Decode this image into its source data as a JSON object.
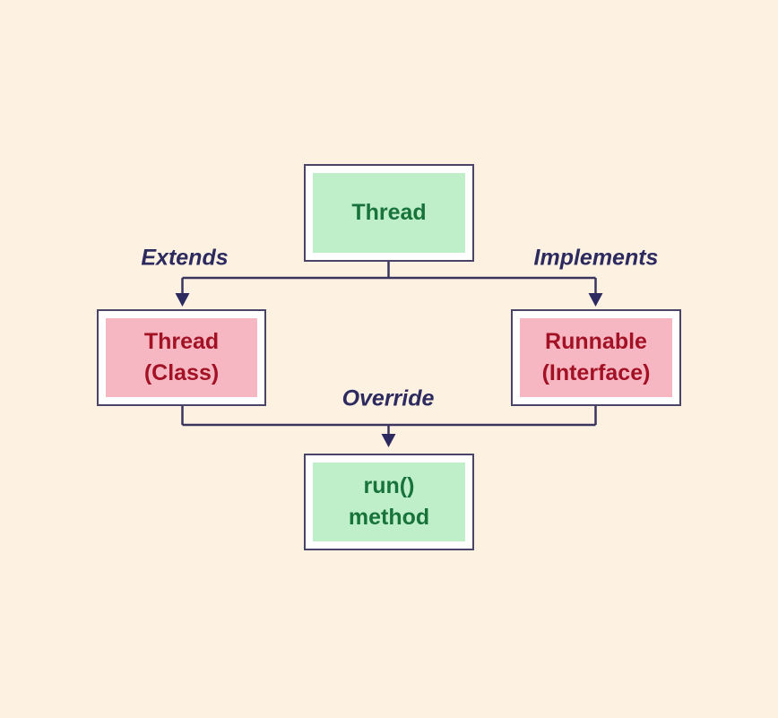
{
  "nodes": {
    "thread": {
      "line1": "Thread"
    },
    "thread_class": {
      "line1": "Thread",
      "line2": "(Class)"
    },
    "runnable_interface": {
      "line1": "Runnable",
      "line2": "(Interface)"
    },
    "run_method": {
      "line1": "run()",
      "line2": "method"
    }
  },
  "edges": {
    "extends": "Extends",
    "implements": "Implements",
    "override": "Override"
  },
  "colors": {
    "background": "#fdf2e2",
    "box_border": "#4a4468",
    "box_padding": "#ffffff",
    "green_fill": "#bfefc9",
    "green_text": "#177339",
    "pink_fill": "#f7b7c2",
    "red_text": "#a31125",
    "connector_line": "#3a355f",
    "edge_label_text": "#2d2a60"
  }
}
